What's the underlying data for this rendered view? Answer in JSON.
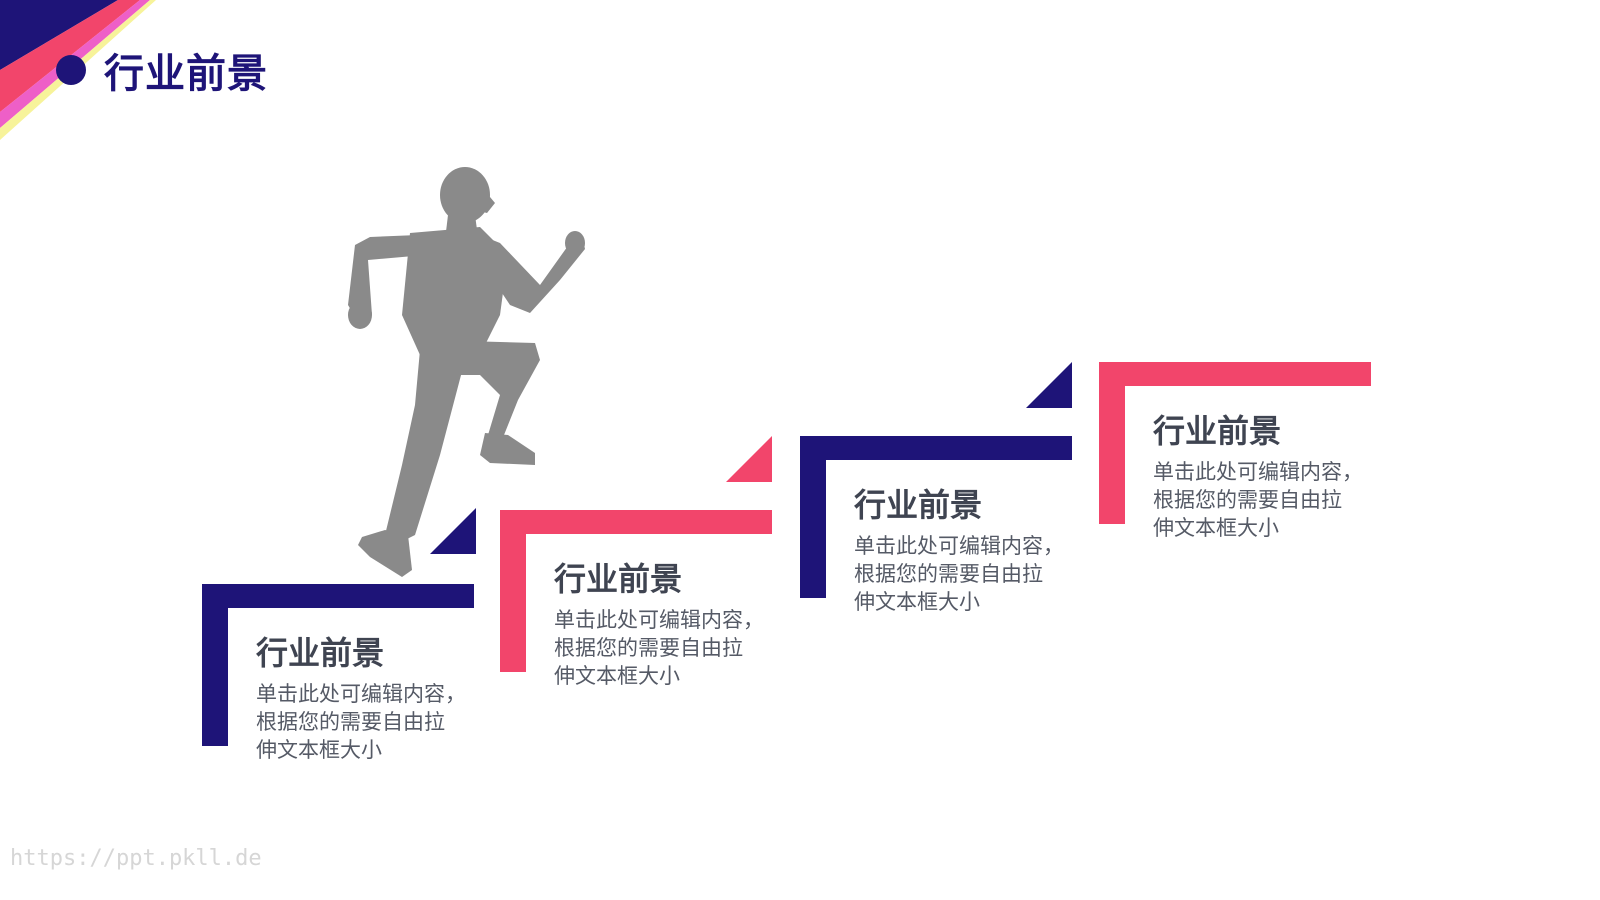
{
  "colors": {
    "navy": "#1e1478",
    "pink": "#f2456b",
    "magenta": "#ee5fc7",
    "yellow": "#f7f39a",
    "runner_gray": "#8a8a8a"
  },
  "header": {
    "title": "行业前景"
  },
  "decor": {
    "corner_icon": "diagonal-stripes-icon",
    "runner_icon": "running-man-icon"
  },
  "steps": [
    {
      "title": "行业前景",
      "lines": [
        "单击此处可编辑内容，",
        "根据您的需要自由拉",
        "伸文本框大小"
      ],
      "color": "navy"
    },
    {
      "title": "行业前景",
      "lines": [
        "单击此处可编辑内容，",
        "根据您的需要自由拉",
        "伸文本框大小"
      ],
      "color": "pink"
    },
    {
      "title": "行业前景",
      "lines": [
        "单击此处可编辑内容，",
        "根据您的需要自由拉",
        "伸文本框大小"
      ],
      "color": "navy"
    },
    {
      "title": "行业前景",
      "lines": [
        "单击此处可编辑内容，",
        "根据您的需要自由拉",
        "伸文本框大小"
      ],
      "color": "pink"
    }
  ],
  "watermark": "https://ppt.pkll.de"
}
